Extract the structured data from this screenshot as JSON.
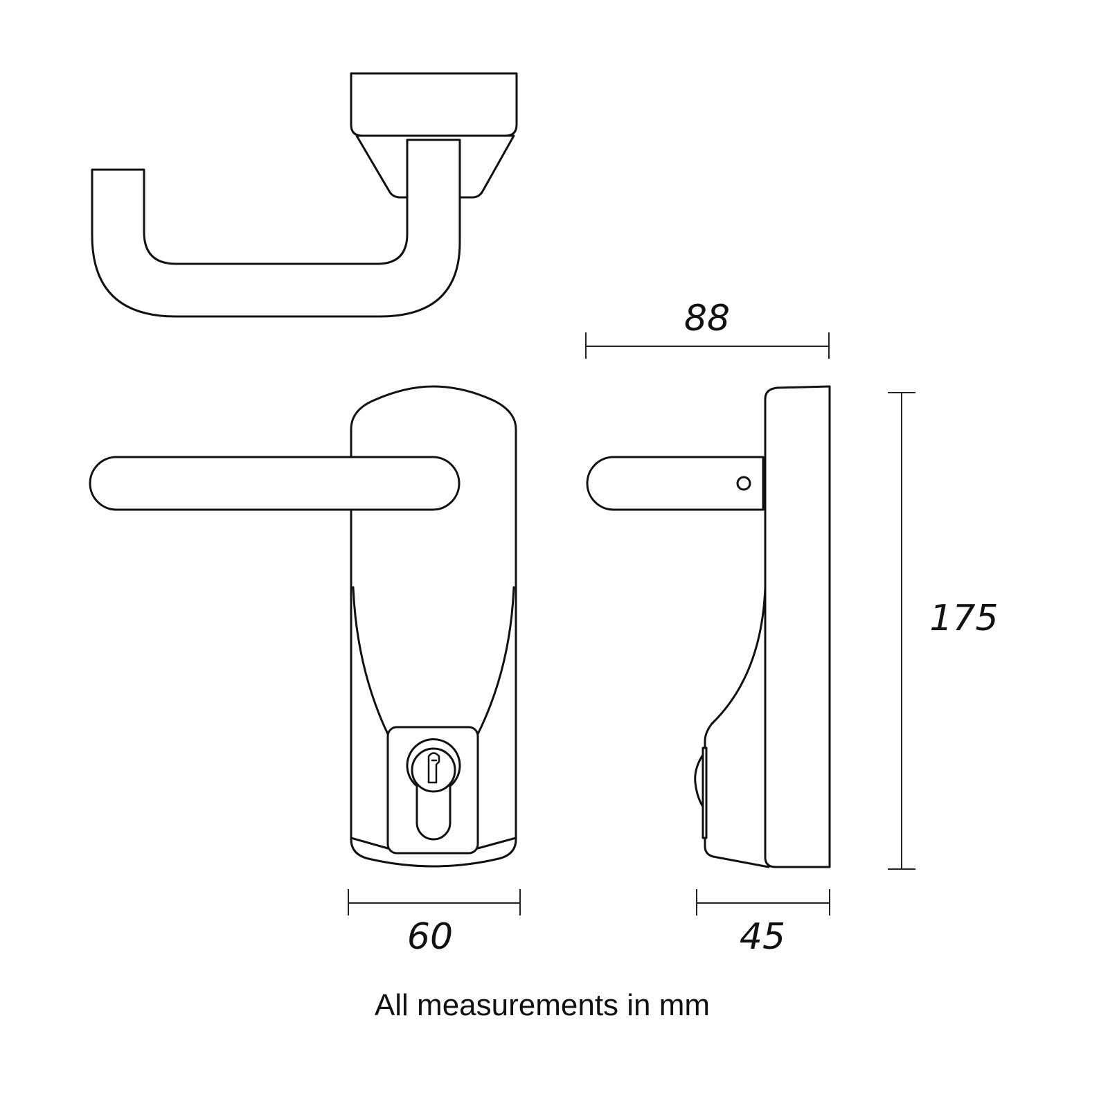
{
  "dimensions": {
    "depth": "88",
    "height": "175",
    "width_front": "60",
    "width_side": "45"
  },
  "caption": "All measurements in mm",
  "line_color": "#111111"
}
